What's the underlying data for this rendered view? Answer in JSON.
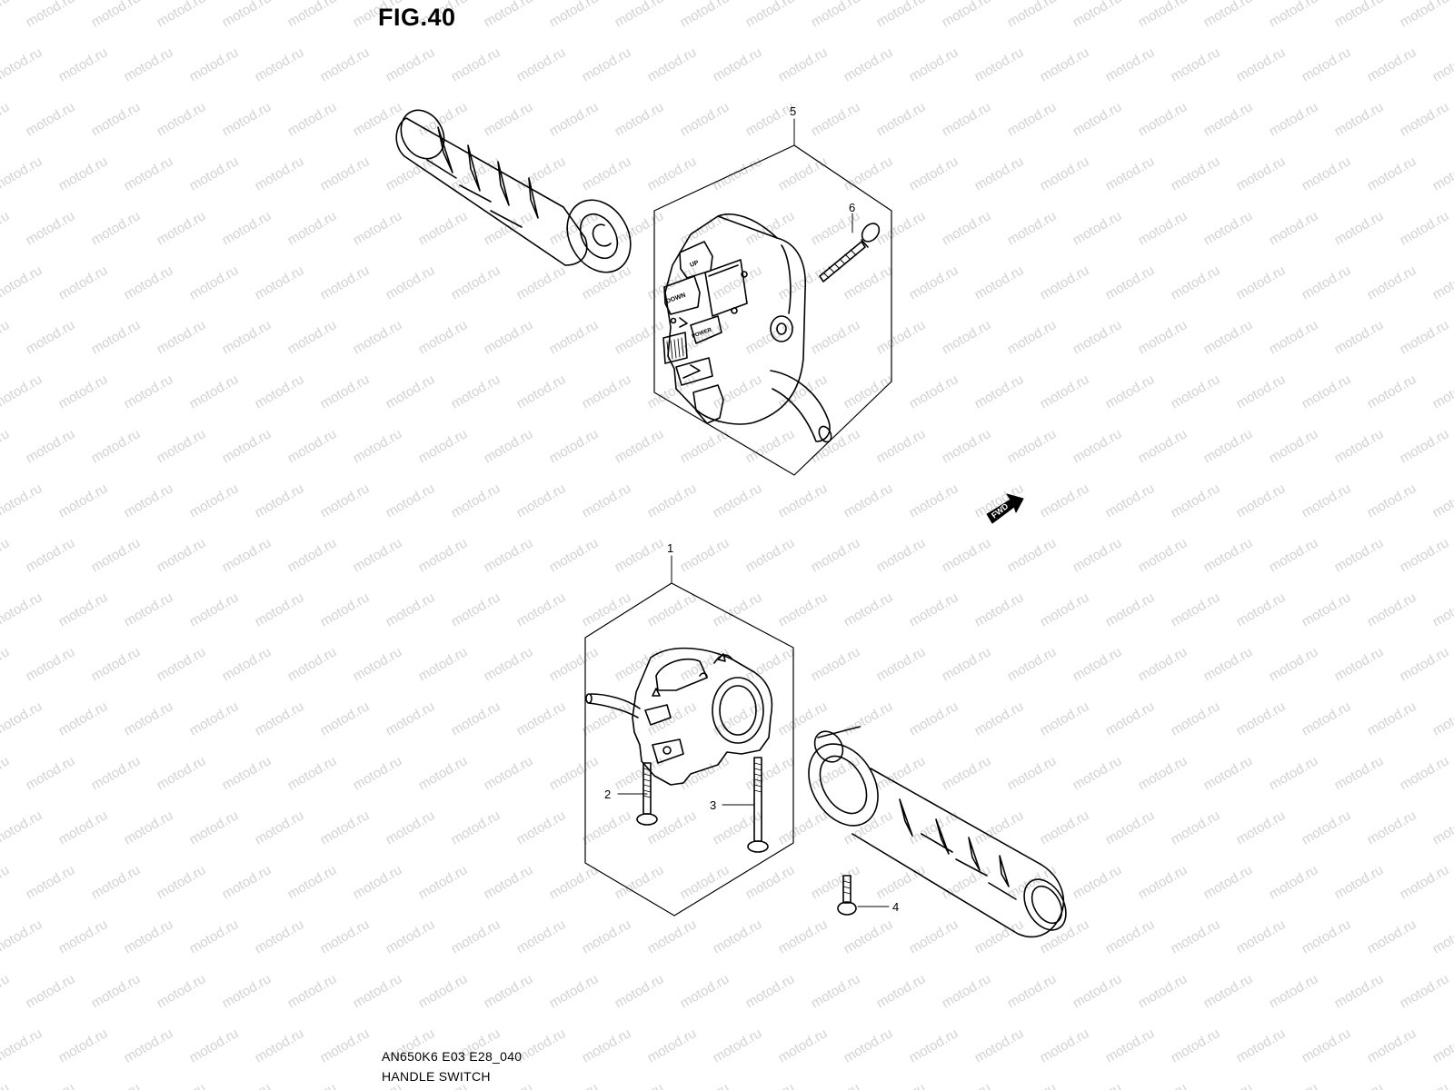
{
  "figure": {
    "title": "FIG.40"
  },
  "footer": {
    "model_code": "AN650K6 E03 E28_040",
    "section_name": "HANDLE SWITCH"
  },
  "watermark": {
    "text": "motod.ru",
    "color": "#d2d2d2"
  },
  "callouts": {
    "p1": "1",
    "p2": "2",
    "p3": "3",
    "p4": "4",
    "p5": "5",
    "p6": "6"
  },
  "switch_labels": {
    "up": "UP",
    "down": "DOWN",
    "power": "POWER"
  },
  "fwd_indicator": {
    "label": "FWD"
  },
  "colors": {
    "line": "#000000",
    "background": "#ffffff"
  }
}
